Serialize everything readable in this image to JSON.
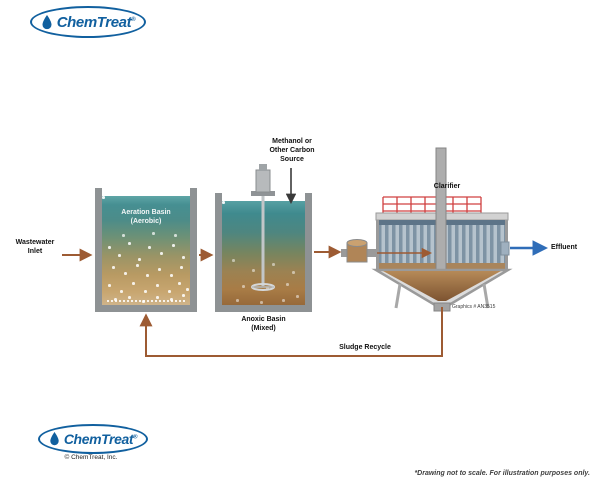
{
  "logo": {
    "brand": "ChemTreat",
    "reg": "®",
    "copyright": "© ChemTreat, Inc."
  },
  "diagram": {
    "wastewater_inlet": "Wastewater\nInlet",
    "aeration_basin_label": "Aeration Basin\n(Aerobic)",
    "anoxic_basin_label": "Anoxic Basin\n(Mixed)",
    "carbon_source_label": "Methanol or\nOther Carbon\nSource",
    "clarifier_label": "Clarifier",
    "effluent_label": "Effluent",
    "sludge_recycle_label": "Sludge Recycle",
    "graphics_id": "Graphics # AN3515"
  },
  "footnote": "*Drawing not to scale. For illustration purposes only.",
  "colors": {
    "brand_blue": "#11609f",
    "flow_arrow_brown": "#9d5b33",
    "effluent_blue": "#2f6db8",
    "clarifier_rail_red": "#d04040",
    "tank_teal": "#468f92",
    "tank_brown": "#a87c46",
    "tank_wall_gray": "#8e9294"
  }
}
